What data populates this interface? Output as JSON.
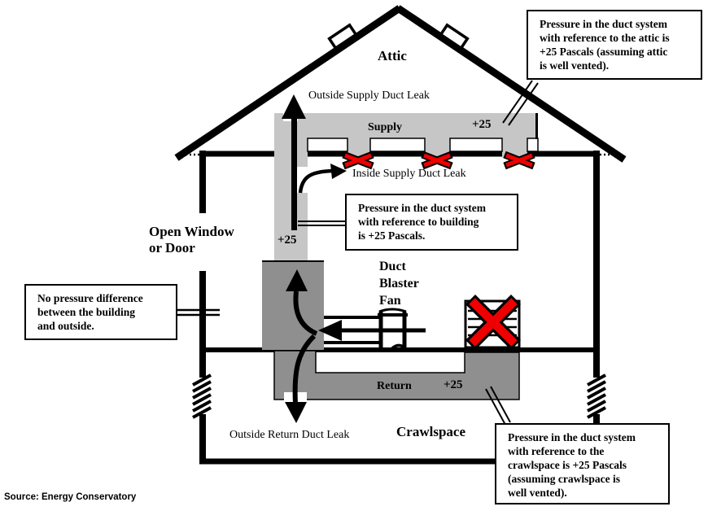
{
  "source_note": "Source: Energy Conservatory",
  "colors": {
    "supply_duct": "#c6c6c6",
    "return_duct": "#8f8f8f",
    "leak_marker": "#ee0000",
    "outline": "#000000"
  },
  "labels": {
    "attic": "Attic",
    "open_window": {
      "lines": [
        "Open Window",
        "or Door"
      ]
    },
    "duct_blaster_fan": {
      "lines": [
        "Duct",
        "Blaster",
        "Fan"
      ]
    },
    "crawlspace": "Crawlspace",
    "supply": "Supply",
    "supply_pressure": "+25",
    "trunk_pressure": "+25",
    "return": "Return",
    "return_pressure": "+25",
    "outside_supply_leak": "Outside Supply Duct Leak",
    "inside_supply_leak": "Inside Supply Duct Leak",
    "outside_return_leak": "Outside Return Duct Leak"
  },
  "callouts": {
    "attic_pressure": {
      "lines": [
        "Pressure in the duct system",
        "with reference to the attic is",
        "+25 Pascals (assuming attic",
        "is well vented)."
      ]
    },
    "building_pressure": {
      "lines": [
        "Pressure in the duct system",
        "with reference to building",
        "is +25 Pascals."
      ]
    },
    "outside_pressure": {
      "lines": [
        "No pressure difference",
        "between the building",
        "and outside."
      ]
    },
    "crawlspace_pressure": {
      "lines": [
        "Pressure in the duct system",
        "with reference to the",
        "crawlspace is +25 Pascals",
        "(assuming crawlspace is",
        "well vented)."
      ]
    }
  }
}
